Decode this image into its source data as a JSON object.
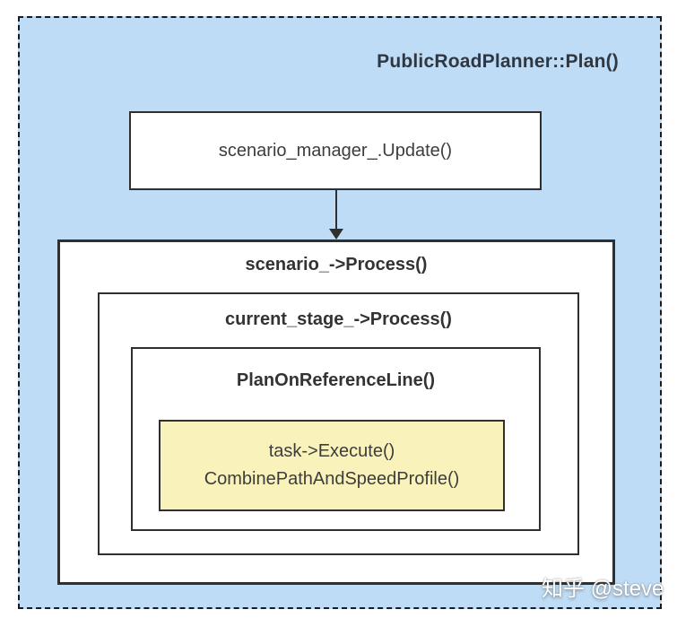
{
  "diagram": {
    "title": "PublicRoadPlanner::Plan()",
    "nodes": {
      "update": {
        "label": "scenario_manager_.Update()"
      },
      "scenario": {
        "label": "scenario_->Process()"
      },
      "current_stage": {
        "label": "current_stage_->Process()"
      },
      "plan_on_reference_line": {
        "label": "PlanOnReferenceLine()"
      },
      "task": {
        "line1": "task->Execute()",
        "line2": "CombinePathAndSpeedProfile()"
      }
    },
    "colors": {
      "frame_background": "#bedcf5",
      "frame_border": "#1b1b1b",
      "box_border": "#2f2f2f",
      "box_fill": "#ffffff",
      "task_fill": "#f9f2bb",
      "heading_text": "#333333",
      "body_text": "#3d3d3d"
    }
  },
  "watermark": {
    "text": "知乎 @steve"
  }
}
